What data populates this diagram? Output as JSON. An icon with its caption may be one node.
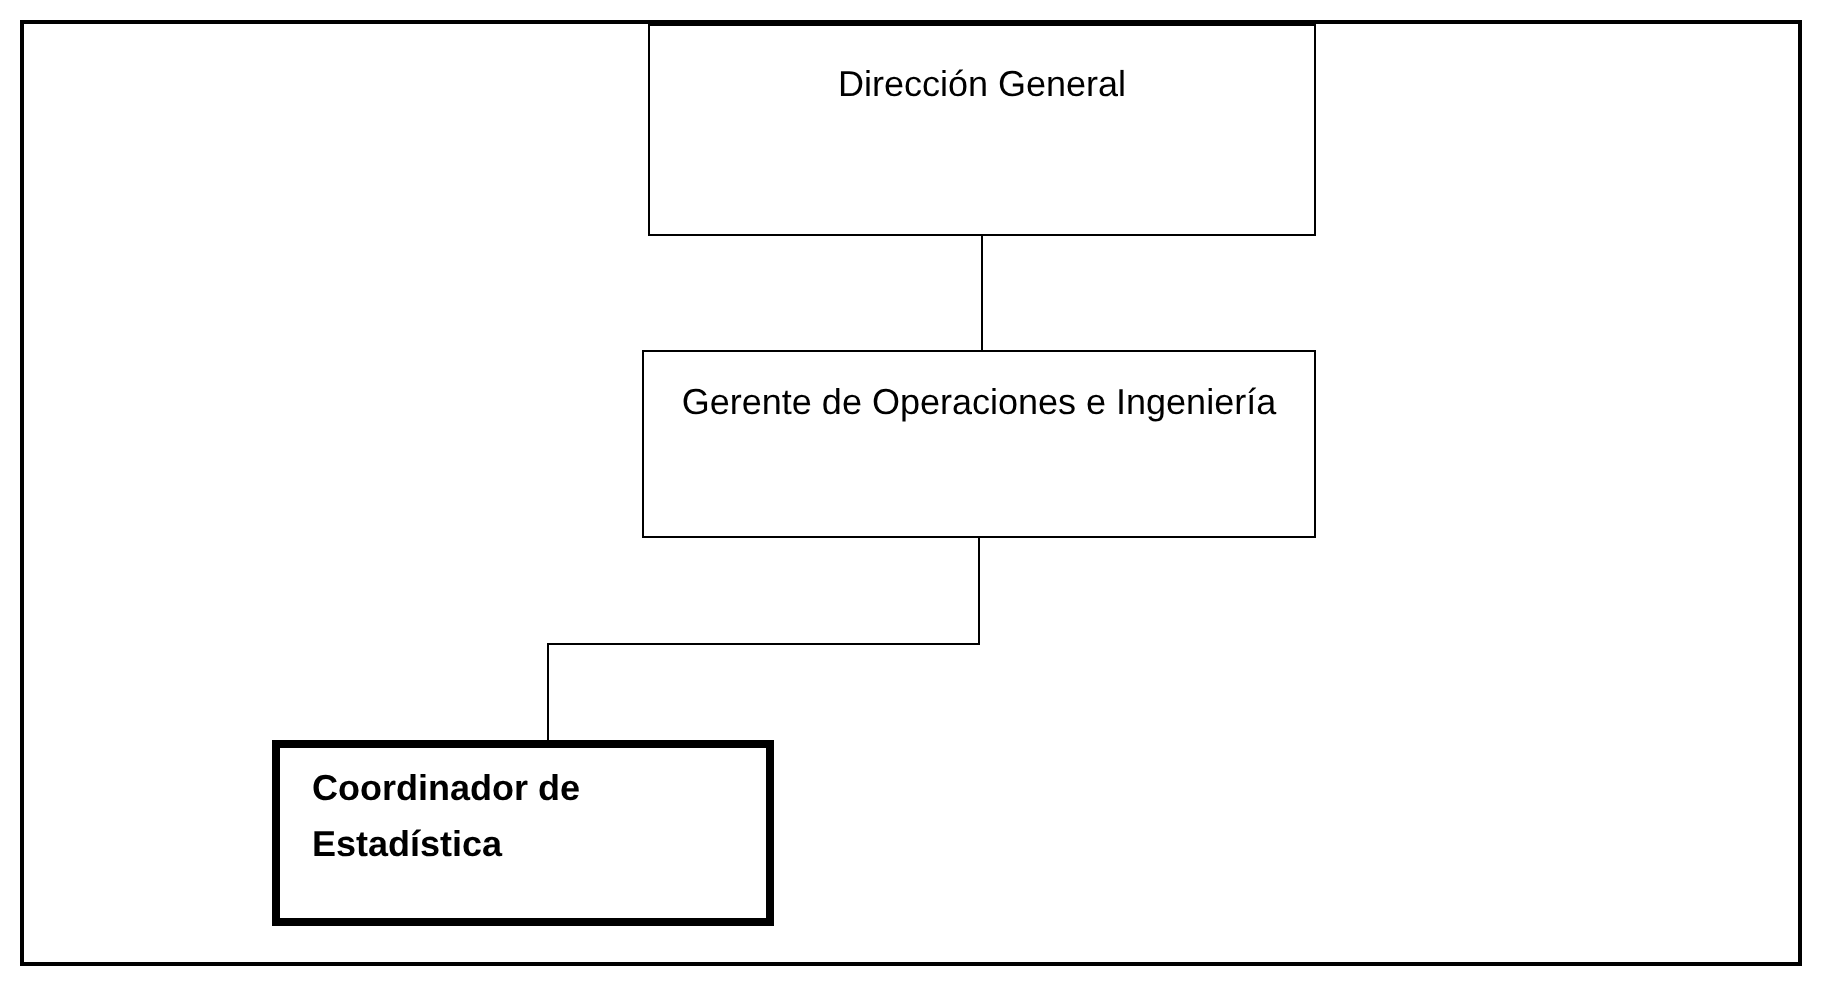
{
  "diagram": {
    "nodes": [
      {
        "text": [
          "Dirección General"
        ]
      },
      {
        "text": [
          "Gerente de Operaciones e Ingeniería"
        ]
      },
      {
        "text": [
          "Coordinador de Estadística"
        ]
      }
    ],
    "edges": [
      {
        "from": 0,
        "to": 1,
        "arrow": "none"
      },
      {
        "from": 1,
        "to": 2,
        "arrow": "none"
      }
    ]
  }
}
